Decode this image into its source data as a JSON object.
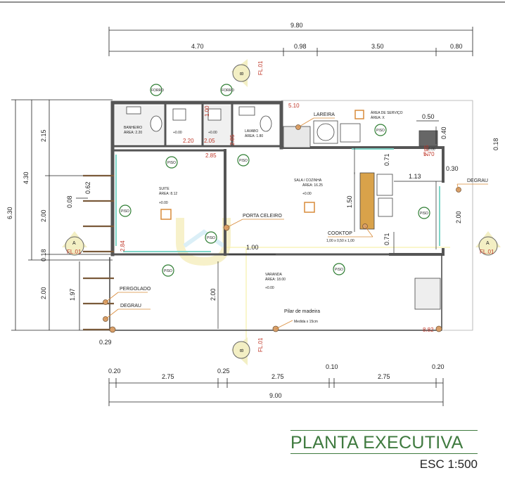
{
  "plan": {
    "top_dims": {
      "overall": "9.80",
      "segments": [
        "4.70",
        "0.98",
        "3.50",
        "0.80"
      ]
    },
    "bottom_dims": {
      "overall": "9.00",
      "segments": [
        "0.20",
        "2.75",
        "0.25",
        "2.75",
        "0.10",
        "2.75",
        "0.20"
      ]
    },
    "left_dims": {
      "overall": "6.30",
      "outer": "4.30",
      "inner_top": "2.15",
      "inner_mid": "2.00",
      "inner_small": "0.18",
      "inner_bottom": "2.00",
      "veranda": "1.97",
      "pergola_a": "0.62",
      "pergola_b": "0.08",
      "pergola_bottom": "0.29"
    },
    "right_dims": {
      "tank_w": "0.50",
      "tank_h": "0.40",
      "edge": "0.18",
      "a": "0.30",
      "b": "1.13",
      "c": "0.71",
      "d": "2.00",
      "e": "0.71",
      "counter": "1.50"
    },
    "inner_dims": {
      "veranda_width": "2.00",
      "door_gap": "1.00",
      "wall_a": "2.20",
      "wall_b": "2.05",
      "wall_c": "2.85",
      "wall_d": "2.85",
      "wall_e": "1.00",
      "wall_f": "5.10",
      "wall_g": "2.84",
      "wall_h": "5.70",
      "wall_i": "2.85",
      "corner": "8.82"
    },
    "rooms": {
      "banheiro": {
        "name": "BANHEIRO",
        "area": "ÁREA: 2.20"
      },
      "lavabo": {
        "name": "LAVABO",
        "area": "ÁREA: 1.80"
      },
      "suite": {
        "name": "SUITE",
        "area": "ÁREA: 8.12"
      },
      "sala": {
        "name": "SALA / COZINHA",
        "area": "ÁREA: 16.25"
      },
      "varanda": {
        "name": "VARANDA",
        "area": "ÁREA: 18.00"
      },
      "servico": {
        "name": "ÁREA DE SERVIÇO",
        "area": "ÁREA: X"
      }
    },
    "callouts": {
      "lareira": "LAREIRA",
      "porta": "PORTA CELEIRO",
      "cooktop": "COOKTOP",
      "cooktop_note": "1,00 x 0,50 x 1,00",
      "pilar": "Pilar de madeira",
      "pilar_note": "Medida x 15cm",
      "pergolado": "PERGOLADO",
      "degrau_left": "DEGRAU",
      "degrau_right": "DEGRAU"
    },
    "sections": {
      "a_letter": "A",
      "a_sheet": "FL.01",
      "b_letter": "B",
      "b_sheet": "FL.01"
    },
    "level_tag": "+0.00",
    "tags": {
      "floor": "PISO",
      "ceiling": "FORRO"
    }
  },
  "title": "PLANTA EXECUTIVA",
  "scale": "ESC 1:500",
  "colors": {
    "title": "#3f7a3f",
    "wall": "#555555",
    "accent": "#d98b3a",
    "dim_red": "#c0392b",
    "glass": "#7fd6c9",
    "watermark": "#f2e7a0"
  }
}
